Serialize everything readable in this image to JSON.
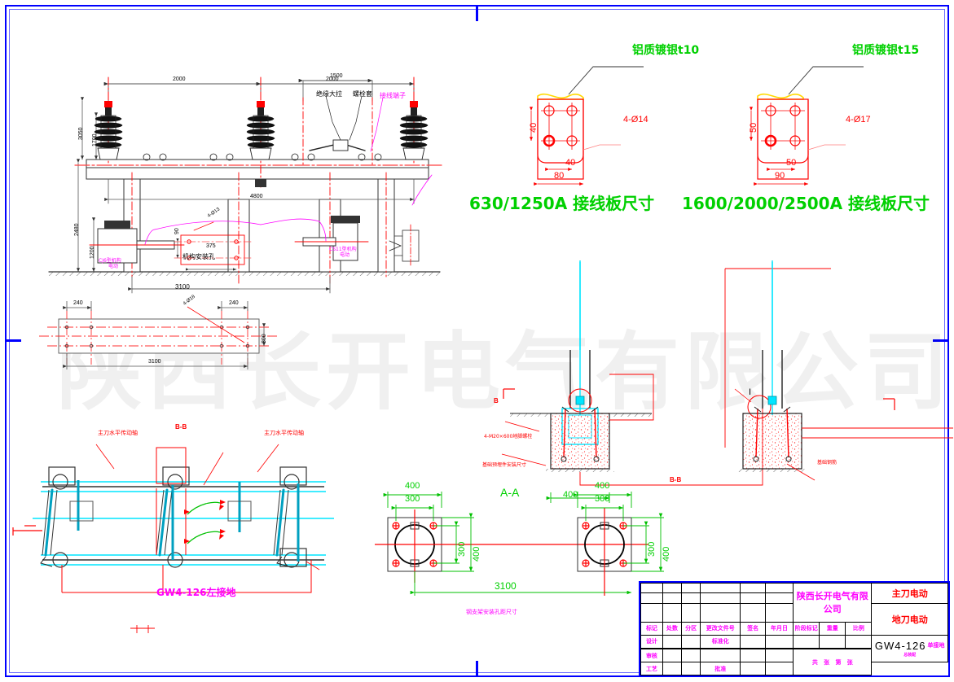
{
  "sheet": {
    "watermark": "陕西长开电气有限公司",
    "border_color": "#0000ff"
  },
  "terminal_plates": {
    "left": {
      "material_note": "铝质镀银t10",
      "hole_spec": "4-Ø14",
      "dim_height": "40",
      "dim_inner_width": "40",
      "dim_outer_width": "80",
      "caption": "630/1250A 接线板尺寸"
    },
    "right": {
      "material_note": "铝质镀银t15",
      "hole_spec": "4-Ø17",
      "dim_height": "50",
      "dim_inner_width": "50",
      "dim_outer_width": "90",
      "caption": "1600/2000/2500A 接线板尺寸"
    }
  },
  "front_view": {
    "dims": {
      "phase_span_left": "2000",
      "phase_span_right": "2000",
      "terminal_span": "1500",
      "insulator_height": "1700",
      "total_height": "3050",
      "frame_width": "4800",
      "ground_height": "2480",
      "base_span": "3100",
      "mech_height": "1200"
    },
    "callouts": {
      "pull_rod": "绝缘大拉",
      "bolt_sleeve": "螺栓套",
      "terminal": "接线端子",
      "mech_mount": "机构安装孔",
      "mech_mount_w": "375",
      "mech_mount_h": "90",
      "mech_hole_spec": "4-Ø13",
      "mech_left": "CJ6型机构",
      "mech_right": "CS11型机构",
      "mech_left2": "电动",
      "mech_right2": "电动"
    }
  },
  "top_view": {
    "dims": {
      "left_w": "240",
      "right_w": "240",
      "length": "3100",
      "depth": "300"
    },
    "hole_spec": "4-Ø18"
  },
  "drive_view": {
    "label": "GW4-126左接地",
    "shaft_left": "主刀水平传动轴",
    "shaft_right": "主刀水平传动轴",
    "section_mark": "B-B"
  },
  "foundation": {
    "section_label": "A-A",
    "detail_mark": "I",
    "section_mark": "B-B",
    "anchor_note": "4-M20×600地脚螺栓",
    "pit_note": "基础预埋件安装尺寸",
    "rebar_note": "基础钢筋",
    "dim_400": "400",
    "caption": "钢支架安装孔距尺寸",
    "pads": {
      "dim_outer": "400",
      "dim_inner": "300",
      "dim_v_outer": "400",
      "dim_v_inner": "300",
      "span": "3100"
    }
  },
  "title_block": {
    "company": "陕西长开电气有限公司",
    "product_line1": "主刀电动",
    "product_line2": "地刀电动",
    "drawing_code": "GW4-126",
    "drawing_code_suffix": "单接地",
    "drawing_code_sub": "总装配",
    "rev_headers": [
      "标记",
      "处数",
      "分区",
      "更改文件号",
      "签名",
      "年月日"
    ],
    "rows": [
      {
        "c1": "设计",
        "c4": "标准化"
      },
      {
        "c1": "",
        "c4": ""
      },
      {
        "c1": "审核",
        "c4": ""
      },
      {
        "c1": "工艺",
        "c4": "批准"
      }
    ],
    "stage_headers": [
      "阶段标记",
      "重量",
      "比例"
    ],
    "sheet_row": [
      "共",
      "张",
      "第",
      "张"
    ]
  }
}
